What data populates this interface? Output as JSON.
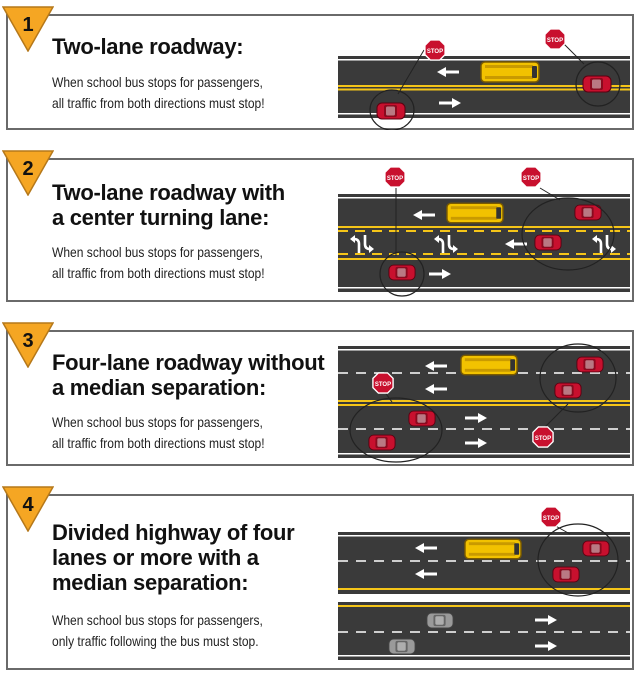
{
  "colors": {
    "badge": "#f5a623",
    "road": "#3a3a3a",
    "yellow_line": "#f5c518",
    "bus": "#f2c200",
    "stop_sign": "#c8102e",
    "car": "#c8102e",
    "passing_car": "#8c8c8c"
  },
  "icons": {
    "badge": "triangle-number-badge-icon",
    "stop_sign": "stop-sign-icon",
    "arrow": "direction-arrow-icon",
    "turn_arrow": "turn-arrows-icon"
  },
  "panels": [
    {
      "number": "1",
      "title_lines": [
        "Two-lane roadway:"
      ],
      "desc_lines": [
        "When school bus stops for passengers,",
        "all traffic from both directions must stop!"
      ],
      "stop_label": "STOP"
    },
    {
      "number": "2",
      "title_lines": [
        "Two-lane roadway with",
        "a center turning lane:"
      ],
      "desc_lines": [
        "When school bus stops for passengers,",
        "all traffic from both directions must stop!"
      ],
      "stop_label": "STOP"
    },
    {
      "number": "3",
      "title_lines": [
        "Four-lane roadway without",
        "a median separation:"
      ],
      "desc_lines": [
        "When school bus stops for passengers,",
        "all traffic from both directions must stop!"
      ],
      "stop_label": "STOP"
    },
    {
      "number": "4",
      "title_lines": [
        "Divided highway of four",
        "lanes or more with a",
        "median separation:"
      ],
      "desc_lines": [
        "When school bus stops for passengers,",
        "only traffic following the bus must stop."
      ],
      "stop_label": "STOP"
    }
  ]
}
